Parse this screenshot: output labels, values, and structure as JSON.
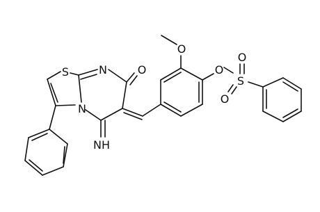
{
  "molecule": {
    "atom_labels": {
      "thiazole_sulfur": "S",
      "ring_nitrogen_top": "N",
      "ring_nitrogen_fused": "N",
      "carbonyl_oxygen": "O",
      "imine": "NH",
      "methoxy_oxygen": "O",
      "ester_oxygen": "O",
      "sulfonyl_sulfur": "S",
      "sulfonyl_oxygen_top": "O",
      "sulfonyl_oxygen_bottom": "O"
    },
    "colors": {
      "bond": "#111111",
      "label": "#111111",
      "background": "#ffffff"
    }
  }
}
